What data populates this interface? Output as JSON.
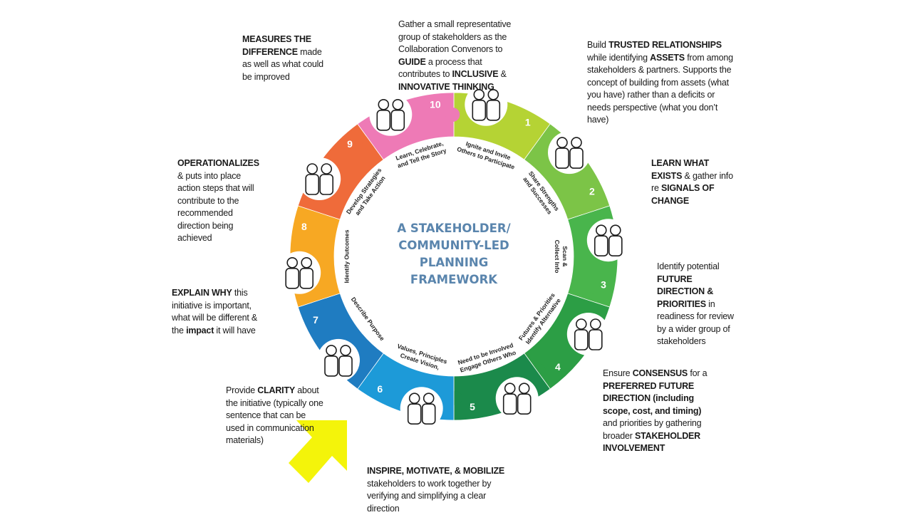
{
  "center_title": [
    "A STAKEHOLDER/",
    "COMMUNITY-LED",
    "PLANNING",
    "FRAMEWORK"
  ],
  "segments": [
    {
      "num": "1",
      "color": "#b5d334",
      "label": [
        "Ignite and Invite",
        "Others to Participate"
      ],
      "icon": "people-with-torch-icon"
    },
    {
      "num": "2",
      "color": "#7cc447",
      "label": [
        "Share Strengths",
        "and Successes"
      ],
      "icon": "people-lifting-barbell-icon"
    },
    {
      "num": "3",
      "color": "#49b54c",
      "label": [
        "Scan &",
        "Collect Info"
      ],
      "icon": "magnifying-glass-people-icon"
    },
    {
      "num": "4",
      "color": "#2c9e45",
      "label": [
        "Identify Alternative",
        "Futures & Priorities"
      ],
      "icon": "presentation-board-icon"
    },
    {
      "num": "5",
      "color": "#1b8a4b",
      "label": [
        "Engage Others Who",
        "Need to be Involved"
      ],
      "icon": "people-cheering-icon"
    },
    {
      "num": "6",
      "color": "#1d9ad8",
      "label": [
        "Create Vision,",
        "Values, Principles"
      ],
      "icon": "thought-checkmark-icon"
    },
    {
      "num": "7",
      "color": "#1f7cc1",
      "label": [
        "Describe Purpose"
      ],
      "icon": "people-talking-icon"
    },
    {
      "num": "8",
      "color": "#f7a823",
      "label": [
        "Identify Outcomes"
      ],
      "icon": "question-mark-board-icon"
    },
    {
      "num": "9",
      "color": "#ef6b3a",
      "label": [
        "Develop Strategies",
        "and Take Action"
      ],
      "icon": "people-with-arrow-icon"
    },
    {
      "num": "10",
      "color": "#ee7ab6",
      "label": [
        "Learn, Celebrate,",
        "and Tell the Story"
      ],
      "icon": "people-reading-book-icon"
    }
  ],
  "notes": {
    "n1": [
      {
        "t": "Gather a small representative group of stakeholders as the Collaboration Convenors to ",
        "b": false
      },
      {
        "t": "GUIDE",
        "b": true
      },
      {
        "t": " a process that contributes to ",
        "b": false
      },
      {
        "t": "INCLUSIVE",
        "b": true
      },
      {
        "t": " & ",
        "b": false
      },
      {
        "t": "INNOVATIVE THINKING",
        "b": true
      }
    ],
    "n2": [
      {
        "t": "Build ",
        "b": false
      },
      {
        "t": "TRUSTED RELATIONSHIPS",
        "b": true
      },
      {
        "t": " while identifying ",
        "b": false
      },
      {
        "t": "ASSETS",
        "b": true
      },
      {
        "t": " from among stakeholders & partners. Supports the concept of building from assets (what you have) rather than a deficits or needs perspective (what you don’t have)",
        "b": false
      }
    ],
    "n3": [
      {
        "t": "LEARN WHAT EXISTS",
        "b": true
      },
      {
        "t": " & gather info re ",
        "b": false
      },
      {
        "t": "SIGNALS OF CHANGE",
        "b": true
      }
    ],
    "n4": [
      {
        "t": "Identify potential ",
        "b": false
      },
      {
        "t": "FUTURE DIRECTION & PRIORITIES",
        "b": true
      },
      {
        "t": " in readiness for review by a wider group of stakeholders",
        "b": false
      }
    ],
    "n5": [
      {
        "t": "Ensure ",
        "b": false
      },
      {
        "t": "CONSENSUS",
        "b": true
      },
      {
        "t": " for a ",
        "b": false
      },
      {
        "t": "PREFERRED FUTURE DIRECTION (including scope, cost, and timing)",
        "b": true
      },
      {
        "t": " and priorities by gathering broader ",
        "b": false
      },
      {
        "t": "STAKEHOLDER INVOLVEMENT",
        "b": true
      }
    ],
    "n6": [
      {
        "t": "INSPIRE, MOTIVATE, & MOBILIZE",
        "b": true
      },
      {
        "t": " stakeholders to work together by verifying and simplifying a clear direction",
        "b": false
      }
    ],
    "n7": [
      {
        "t": "Provide ",
        "b": false
      },
      {
        "t": "CLARITY",
        "b": true
      },
      {
        "t": " about the initiative (typically one sentence that can be used in communication materials)",
        "b": false
      }
    ],
    "n8": [
      {
        "t": "EXPLAIN WHY",
        "b": true
      },
      {
        "t": " this initiative is important, what will be different & the ",
        "b": false
      },
      {
        "t": "impact",
        "b": true
      },
      {
        "t": " it will have",
        "b": false
      }
    ],
    "n9": [
      {
        "t": "OPERATIONALIZES",
        "b": true
      },
      {
        "t": " & puts into place action steps that will contribute to the recommended direction being achieved",
        "b": false
      }
    ],
    "n10": [
      {
        "t": "MEASURES THE DIFFERENCE",
        "b": true
      },
      {
        "t": " made as well as what could be improved",
        "b": false
      }
    ]
  },
  "colors": {
    "center_title": "#5a85ad",
    "pointer_arrow": "#f4f40a"
  }
}
